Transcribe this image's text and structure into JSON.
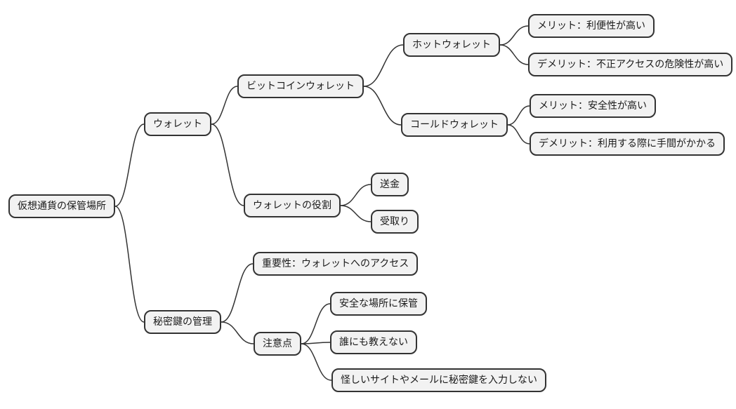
{
  "diagram": {
    "type": "mindmap",
    "direction": "left-to-right",
    "root": {
      "label": "仮想通貨の保管場所",
      "children": [
        {
          "label": "ウォレット",
          "children": [
            {
              "label": "ビットコインウォレット",
              "children": [
                {
                  "label": "ホットウォレット",
                  "children": [
                    {
                      "label": "メリット：利便性が高い",
                      "children": []
                    },
                    {
                      "label": "デメリット：不正アクセスの危険性が高い",
                      "children": []
                    }
                  ]
                },
                {
                  "label": "コールドウォレット",
                  "children": [
                    {
                      "label": "メリット：安全性が高い",
                      "children": []
                    },
                    {
                      "label": "デメリット：利用する際に手間がかかる",
                      "children": []
                    }
                  ]
                }
              ]
            },
            {
              "label": "ウォレットの役割",
              "children": [
                {
                  "label": "送金",
                  "children": []
                },
                {
                  "label": "受取り",
                  "children": []
                }
              ]
            }
          ]
        },
        {
          "label": "秘密鍵の管理",
          "children": [
            {
              "label": "重要性：ウォレットへのアクセス",
              "children": []
            },
            {
              "label": "注意点",
              "children": [
                {
                  "label": "安全な場所に保管",
                  "children": []
                },
                {
                  "label": "誰にも教えない",
                  "children": []
                },
                {
                  "label": "怪しいサイトやメールに秘密鍵を入力しない",
                  "children": []
                }
              ]
            }
          ]
        }
      ]
    }
  },
  "colors": {
    "background": "#ffffff",
    "node_fill": "#f2f2f2",
    "node_border": "#333333",
    "edge": "#333333",
    "text": "#1a1a1a"
  }
}
